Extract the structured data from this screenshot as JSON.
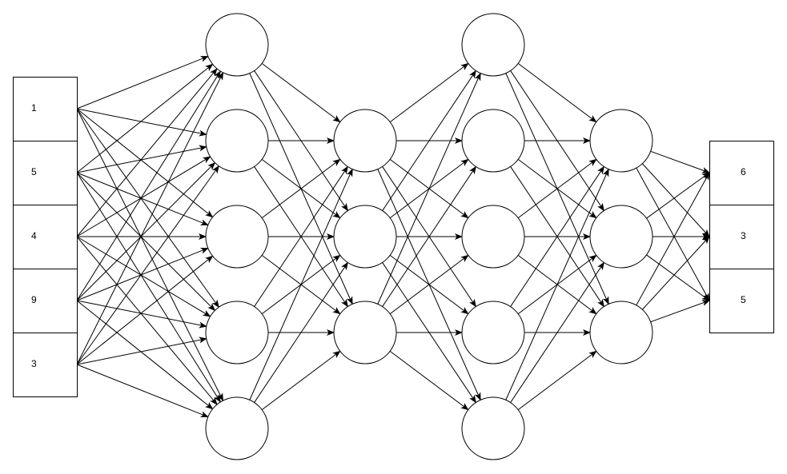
{
  "diagram": {
    "inputs": [
      "1",
      "5",
      "4",
      "9",
      "3"
    ],
    "hidden_layers": [
      {
        "node_count": 5
      },
      {
        "node_count": 3
      },
      {
        "node_count": 5
      },
      {
        "node_count": 3
      }
    ],
    "outputs": [
      "6",
      "3",
      "5"
    ],
    "connectivity": "fully-connected"
  }
}
